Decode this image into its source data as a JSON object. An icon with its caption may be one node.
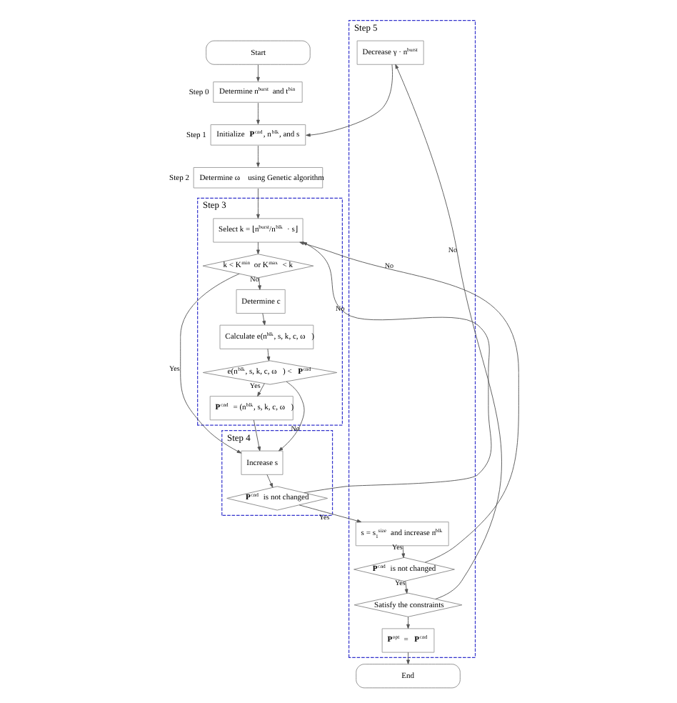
{
  "diagram": {
    "nodes": [
      {
        "text": [
          "Start"
        ]
      },
      {
        "text": [
          "Determine n$^{burst}$ and t$^{bin}$"
        ],
        "beside": [
          "Step 0"
        ]
      },
      {
        "text": [
          "Initialize **P**$^{cnd}$, n$^{blk}$, and s"
        ],
        "beside": [
          "Step 1"
        ]
      },
      {
        "text": [
          "Determine ω⃗ using Genetic algorithm"
        ],
        "beside": [
          "Step 2"
        ]
      },
      {
        "text": [
          "Step 3"
        ]
      },
      {
        "text": [
          "Select k = ⌊n$^{burst}$/n$^{blk}$ · s⌋"
        ],
        "in": 4
      },
      {
        "text": [
          "k < K$^{min}$ or K$^{max}$ < k"
        ],
        "in": 4
      },
      {
        "text": [
          "Determine c"
        ],
        "in": 4
      },
      {
        "text": [
          "Calculate e(n$^{blk}$, s, k, c, ω⃗)"
        ],
        "in": 4
      },
      {
        "text": [
          "e(n$^{blk}$, s, k, c, ω⃗) < **P**$^{cnd}$"
        ],
        "in": 4
      },
      {
        "text": [
          "**P**$^{cnd}$ = (n$^{blk}$, s, k, c, ω⃗)"
        ],
        "in": 4
      },
      {
        "text": [
          "Step 4"
        ]
      },
      {
        "text": [
          "Increase s"
        ],
        "in": 11
      },
      {
        "text": [
          "**P**$^{cnd}$ is not changed"
        ],
        "in": 11
      },
      {
        "text": [
          "Step 5"
        ]
      },
      {
        "text": [
          "Decrease γ · n$^{burst}$"
        ],
        "in": 14
      },
      {
        "text": [
          "s = s$_{1}$$^{size}$ and increase n$^{blk}$"
        ],
        "in": 14
      },
      {
        "text": [
          "**P**$^{cnd}$ is not changed"
        ],
        "in": 14
      },
      {
        "text": [
          "Satisfy the constraints"
        ],
        "in": 14
      },
      {
        "text": [
          "**P**$^{opt}$ = **P**$^{cnd}$"
        ],
        "in": 14
      },
      {
        "text": [
          "End"
        ]
      }
    ],
    "edges": [
      {
        "from": 0,
        "to": 1,
        "arrow": "to"
      },
      {
        "from": 1,
        "to": 2,
        "arrow": "to"
      },
      {
        "from": 2,
        "to": 3,
        "arrow": "to"
      },
      {
        "from": 3,
        "to": 5,
        "arrow": "to"
      },
      {
        "from": 5,
        "to": 6,
        "arrow": "to"
      },
      {
        "from": 6,
        "to": 12,
        "arrow": "to",
        "label": "Yes"
      },
      {
        "from": 6,
        "to": 7,
        "arrow": "to",
        "label": "No"
      },
      {
        "from": 7,
        "to": 8,
        "arrow": "to"
      },
      {
        "from": 8,
        "to": 9,
        "arrow": "to"
      },
      {
        "from": 9,
        "to": 10,
        "arrow": "to",
        "label": "Yes"
      },
      {
        "from": 9,
        "to": 12,
        "arrow": "to",
        "label": "No"
      },
      {
        "from": 10,
        "to": 12,
        "arrow": "to"
      },
      {
        "from": 12,
        "to": 13,
        "arrow": "to"
      },
      {
        "from": 13,
        "to": 5,
        "arrow": "to",
        "label": "No"
      },
      {
        "from": 13,
        "to": 16,
        "arrow": "to",
        "label": "Yes"
      },
      {
        "from": 16,
        "to": 17,
        "arrow": "to",
        "label": "Yes"
      },
      {
        "from": 17,
        "to": 5,
        "arrow": "to",
        "label": "No"
      },
      {
        "from": 17,
        "to": 18,
        "arrow": "to",
        "label": "Yes"
      },
      {
        "from": 18,
        "to": 15,
        "arrow": "to",
        "label": "No"
      },
      {
        "from": 18,
        "to": 19,
        "arrow": "to"
      },
      {
        "from": 15,
        "to": 2,
        "arrow": "to"
      },
      {
        "from": 19,
        "to": 20,
        "arrow": "to"
      }
    ]
  }
}
